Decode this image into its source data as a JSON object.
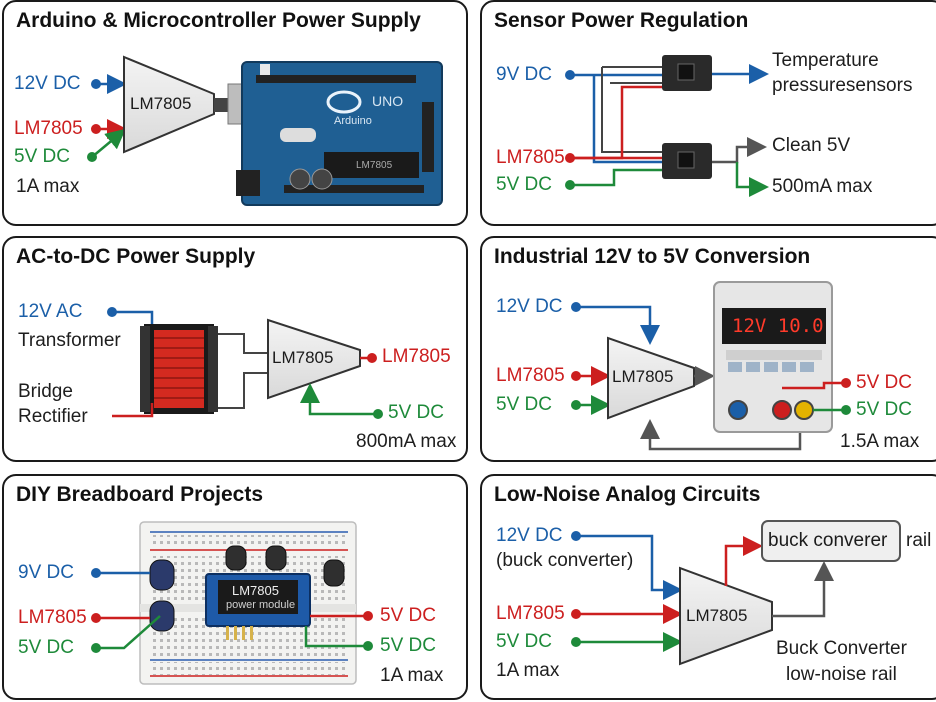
{
  "colors": {
    "blue": "#1b5fa8",
    "red": "#cc1f1f",
    "green": "#1e8a3a",
    "gray": "#555555",
    "arduino_board": "#1f5f93",
    "transformer_coil": "#d42a20",
    "display_red": "#ff3a2a"
  },
  "panels": {
    "arduino": {
      "title": "Arduino & Microcontroller Power Supply",
      "in_12v": "12V DC",
      "in_lm": "LM7805",
      "in_5v": "5V DC",
      "note": "1A max",
      "regulator": "LM7805",
      "board_logo_text": "UNO",
      "board_brand": "Arduino",
      "board_chip": "LM7805"
    },
    "sensor": {
      "title": "Sensor Power Regulation",
      "in_9v": "9V DC",
      "in_lm": "LM7805",
      "in_5v": "5V DC",
      "out_top_line1": "Temperature",
      "out_top_line2": "pressuresensors",
      "out_clean": "Clean 5V",
      "out_current": "500mA max"
    },
    "acdc": {
      "title": "AC-to-DC Power Supply",
      "in_ac": "12V AC",
      "transformer": "Transformer",
      "rectifier_line1": "Bridge",
      "rectifier_line2": "Rectifier",
      "regulator": "LM7805",
      "out_lm": "LM7805",
      "out_5v": "5V DC",
      "note": "800mA max"
    },
    "industrial": {
      "title": "Industrial 12V to 5V Conversion",
      "in_12v": "12V DC",
      "in_lm": "LM7805",
      "in_5v": "5V DC",
      "regulator": "LM7805",
      "display": "12V 10.0",
      "out_5v_a": "5V DC",
      "out_5v_b": "5V DC",
      "note": "1.5A max"
    },
    "breadboard": {
      "title": "DIY Breadboard Projects",
      "in_9v": "9V DC",
      "in_lm": "LM7805",
      "in_5v": "5V DC",
      "module_line1": "LM7805",
      "module_line2": "power module",
      "out_5v_a": "5V DC",
      "out_5v_b": "5V DC",
      "note": "1A max"
    },
    "lownoise": {
      "title": "Low-Noise Analog Circuits",
      "in_12v": "12V DC",
      "in_buck": "(buck converter)",
      "in_lm": "LM7805",
      "in_5v": "5V DC",
      "note": "1A max",
      "regulator": "LM7805",
      "buck_box": "buck converer",
      "rail": "rail",
      "out_line1": "Buck Converter",
      "out_line2": "low-noise rail"
    }
  }
}
